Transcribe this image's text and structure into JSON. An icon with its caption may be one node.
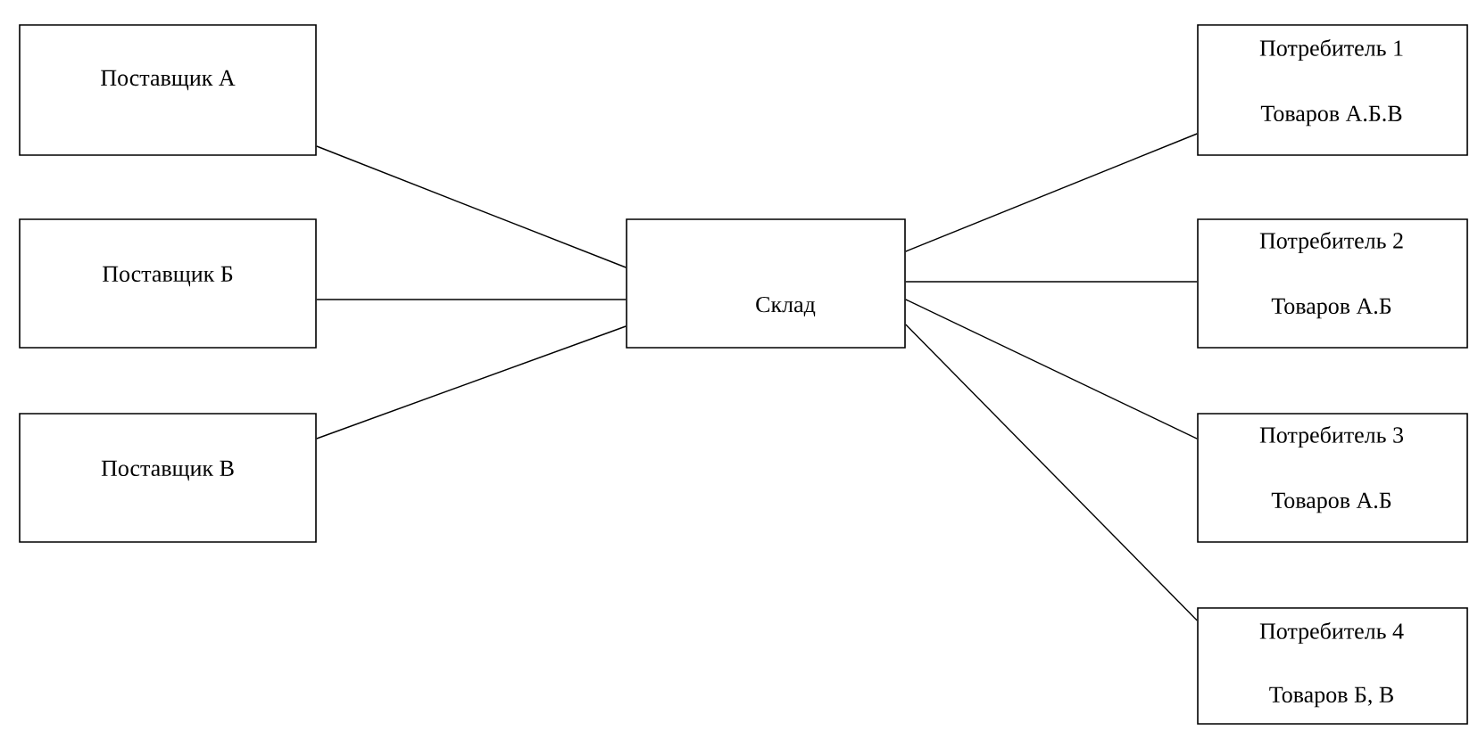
{
  "diagram": {
    "nodes": [
      {
        "text": [
          "Поставщик А"
        ]
      },
      {
        "text": [
          "Поставщик Б"
        ]
      },
      {
        "text": [
          "Поставщик В"
        ]
      },
      {
        "text": [
          "Склад"
        ]
      },
      {
        "text": [
          "Потребитель 1",
          "Товаров А.Б.В"
        ]
      },
      {
        "text": [
          "Потребитель 2",
          "Товаров А.Б"
        ]
      },
      {
        "text": [
          "Потребитель 3",
          "Товаров А.Б"
        ]
      },
      {
        "text": [
          "Потребитель 4",
          "Товаров Б, В"
        ]
      }
    ],
    "edges": [
      {
        "from": 0,
        "to": 3,
        "arrow": "none"
      },
      {
        "from": 1,
        "to": 3,
        "arrow": "none"
      },
      {
        "from": 2,
        "to": 3,
        "arrow": "none"
      },
      {
        "from": 3,
        "to": 4,
        "arrow": "none"
      },
      {
        "from": 3,
        "to": 5,
        "arrow": "none"
      },
      {
        "from": 3,
        "to": 6,
        "arrow": "none"
      },
      {
        "from": 3,
        "to": 7,
        "arrow": "none"
      }
    ]
  }
}
